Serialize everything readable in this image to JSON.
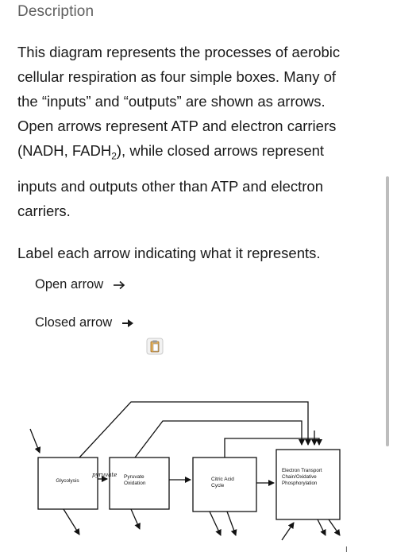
{
  "section": {
    "title": "Description"
  },
  "description": {
    "lines": [
      "This diagram represents the processes of aerobic",
      "cellular respiration as four simple boxes. Many of",
      "the “inputs” and “outputs” are shown as arrows.",
      "Open arrows represent ATP and electron carriers",
      "(NADH, FADH",
      "2",
      "), while closed arrows represent",
      "inputs and outputs other than ATP and electron",
      "carriers."
    ],
    "instruction": "Label each arrow indicating what it represents."
  },
  "legend": {
    "open_label": "Open arrow",
    "closed_label": "Closed arrow"
  },
  "icons": {
    "clipboard": "clipboard-icon",
    "open_arrow": "open-arrow-icon",
    "closed_arrow": "closed-arrow-icon"
  },
  "diagram": {
    "boxes": [
      {
        "label": "Glycolysis"
      },
      {
        "label_lines": [
          "Pyruvate",
          "Oxidation"
        ]
      },
      {
        "label_lines": [
          "Citric Acid",
          "Cycle"
        ]
      },
      {
        "label_lines": [
          "Electron Transport",
          "Chain/Oxidative",
          "Phosphorylation"
        ]
      }
    ],
    "handwritten_label": "pyruvate",
    "annotation_mark": "I"
  },
  "colors": {
    "text": "#1a1a1a",
    "muted": "#5f5f5f",
    "line": "#111111"
  }
}
